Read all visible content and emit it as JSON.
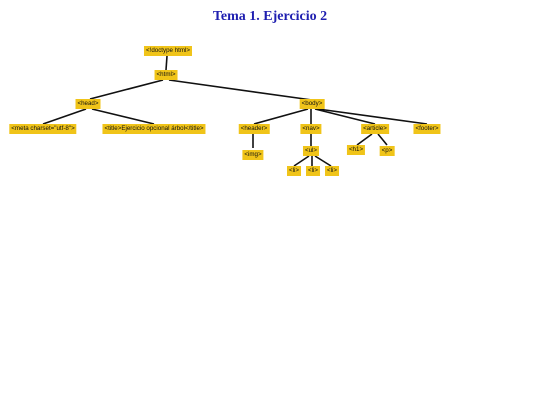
{
  "title": "Tema 1. Ejercicio 2",
  "colors": {
    "node_fill": "#f0c419",
    "title": "#1f1fb0",
    "connector": "#111111"
  },
  "tree": {
    "doctype": "<!doctype html>",
    "html": "<html>",
    "head": "<head>",
    "meta": "<meta charset=\"utf-8\">",
    "title_tag": "<title>Ejercicio opcional árbol</title>",
    "body": "<body>",
    "header": "<header>",
    "img": "<img>",
    "nav": "<nav>",
    "ul": "<ul>",
    "li_1": "<li>",
    "li_2": "<li>",
    "li_3": "<li>",
    "article": "<article>",
    "h1": "<h1>",
    "p": "<p>",
    "footer": "<footer>"
  }
}
